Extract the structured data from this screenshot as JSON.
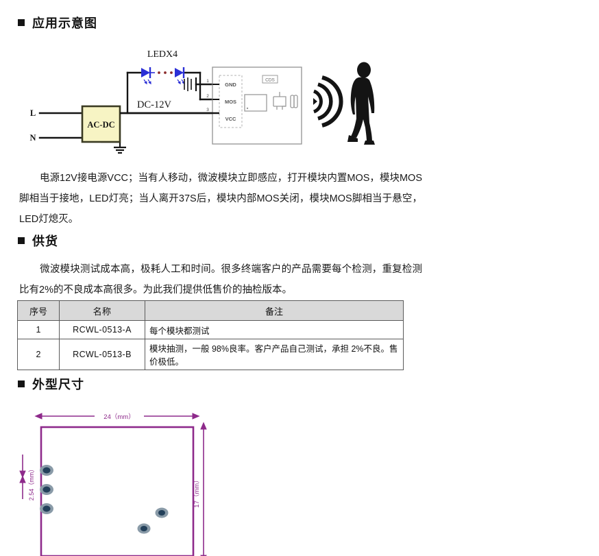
{
  "sections": {
    "application_diagram": {
      "heading": "应用示意图",
      "bullet": "square-bullet-icon",
      "diagram": {
        "led_label": "LEDX4",
        "supply_label": "DC-12V",
        "converter_label": "AC-DC",
        "line_label_l": "L",
        "line_label_n": "N",
        "module_pins": [
          {
            "number": "1",
            "name": "GND"
          },
          {
            "number": "2",
            "name": "MOS"
          },
          {
            "number": "3",
            "name": "VCC"
          }
        ],
        "cds_label": "CDS",
        "icons": [
          "led-diode-icon",
          "capacitor-icon",
          "ground-icon",
          "radio-wave-icon",
          "walking-person-icon",
          "chip-icon",
          "transistor-icon",
          "inductor-icon"
        ]
      },
      "paragraph": "电源12V接电源VCC；当有人移动，微波模块立即感应，打开模块内置MOS，模块MOS脚相当于接地，LED灯亮；当人离开37S后，模块内部MOS关闭，模块MOS脚相当于悬空，LED灯熄灭。"
    },
    "supply": {
      "heading": "供货",
      "bullet": "square-bullet-icon",
      "paragraph": "微波模块测试成本高，极耗人工和时间。很多终端客户的产品需要每个检测，重复检测比有2%的不良成本高很多。为此我们提供低售价的抽检版本。",
      "table": {
        "headers": [
          "序号",
          "名称",
          "备注"
        ],
        "rows": [
          {
            "index": "1",
            "name": "RCWL-0513-A",
            "note": "每个模块都测试"
          },
          {
            "index": "2",
            "name": "RCWL-0513-B",
            "note": "模块抽测，一般 98%良率。客户产品自己测试，承担 2%不良。售价极低。"
          }
        ]
      }
    },
    "dimensions": {
      "heading": "外型尺寸",
      "bullet": "square-bullet-icon",
      "drawing": {
        "width_label": "24（mm）",
        "height_label": "17（mm）",
        "pitch_label": "2.54（mm）",
        "board_color": "#8E2A8B",
        "pad_color": "#2F5670",
        "pad_count_left": 3,
        "pad_count_corner": 2
      }
    }
  },
  "colors": {
    "acdc_fill": "#F7F4C4",
    "acdc_border": "#3A3A22",
    "led_blue": "#2B2FD6",
    "wire": "#141414",
    "module_gray": "#9A9A9A",
    "table_header": "#D9D9D9",
    "board_purple": "#8E2A8B"
  }
}
